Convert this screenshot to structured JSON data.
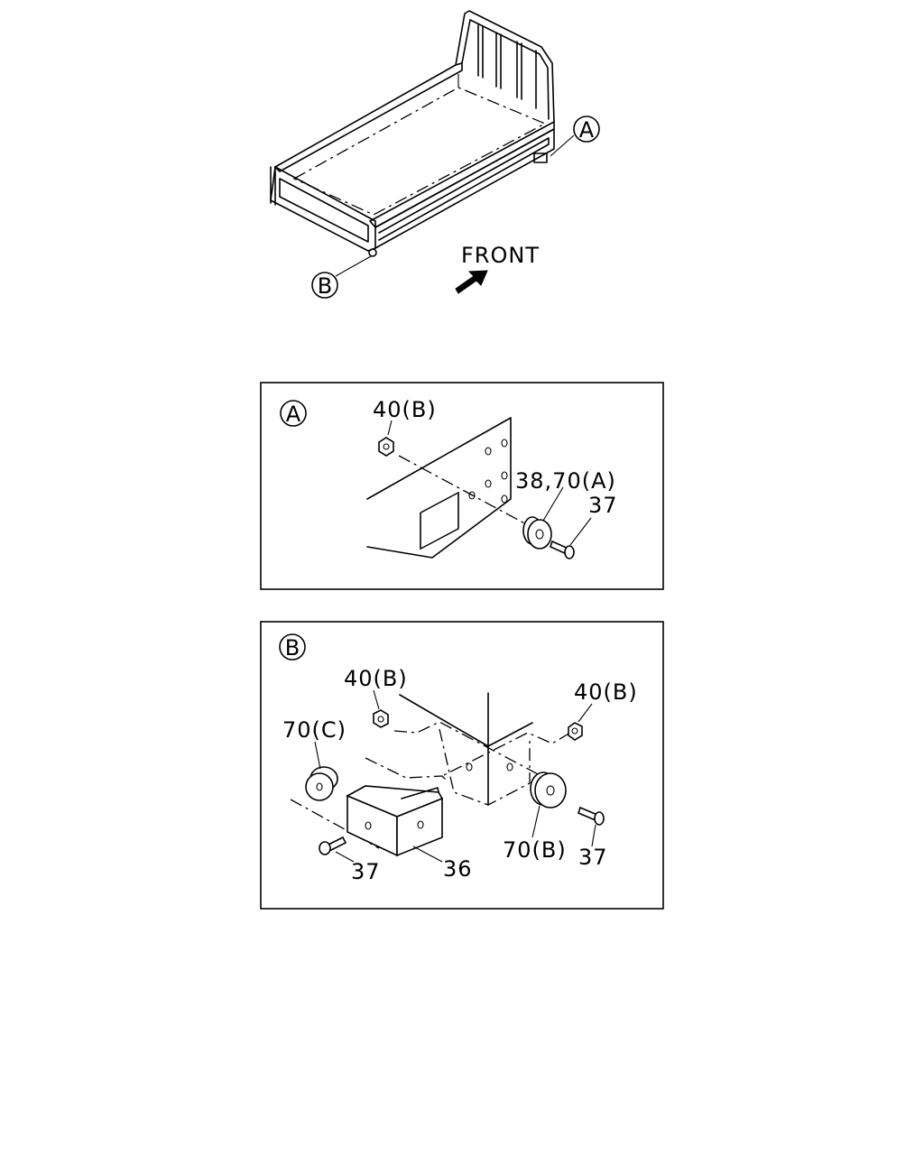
{
  "overview": {
    "front_label": "FRONT",
    "callout_a": "A",
    "callout_b": "B"
  },
  "detail_a": {
    "title": "A",
    "labels": {
      "nut": "40(B)",
      "mount": "38,70(A)",
      "bolt": "37"
    }
  },
  "detail_b": {
    "title": "B",
    "labels": {
      "nut_left": "40(B)",
      "nut_right": "40(B)",
      "mount_left": "70(C)",
      "mount_right": "70(B)",
      "bolt_left": "37",
      "bolt_right": "37",
      "bracket": "36"
    }
  }
}
